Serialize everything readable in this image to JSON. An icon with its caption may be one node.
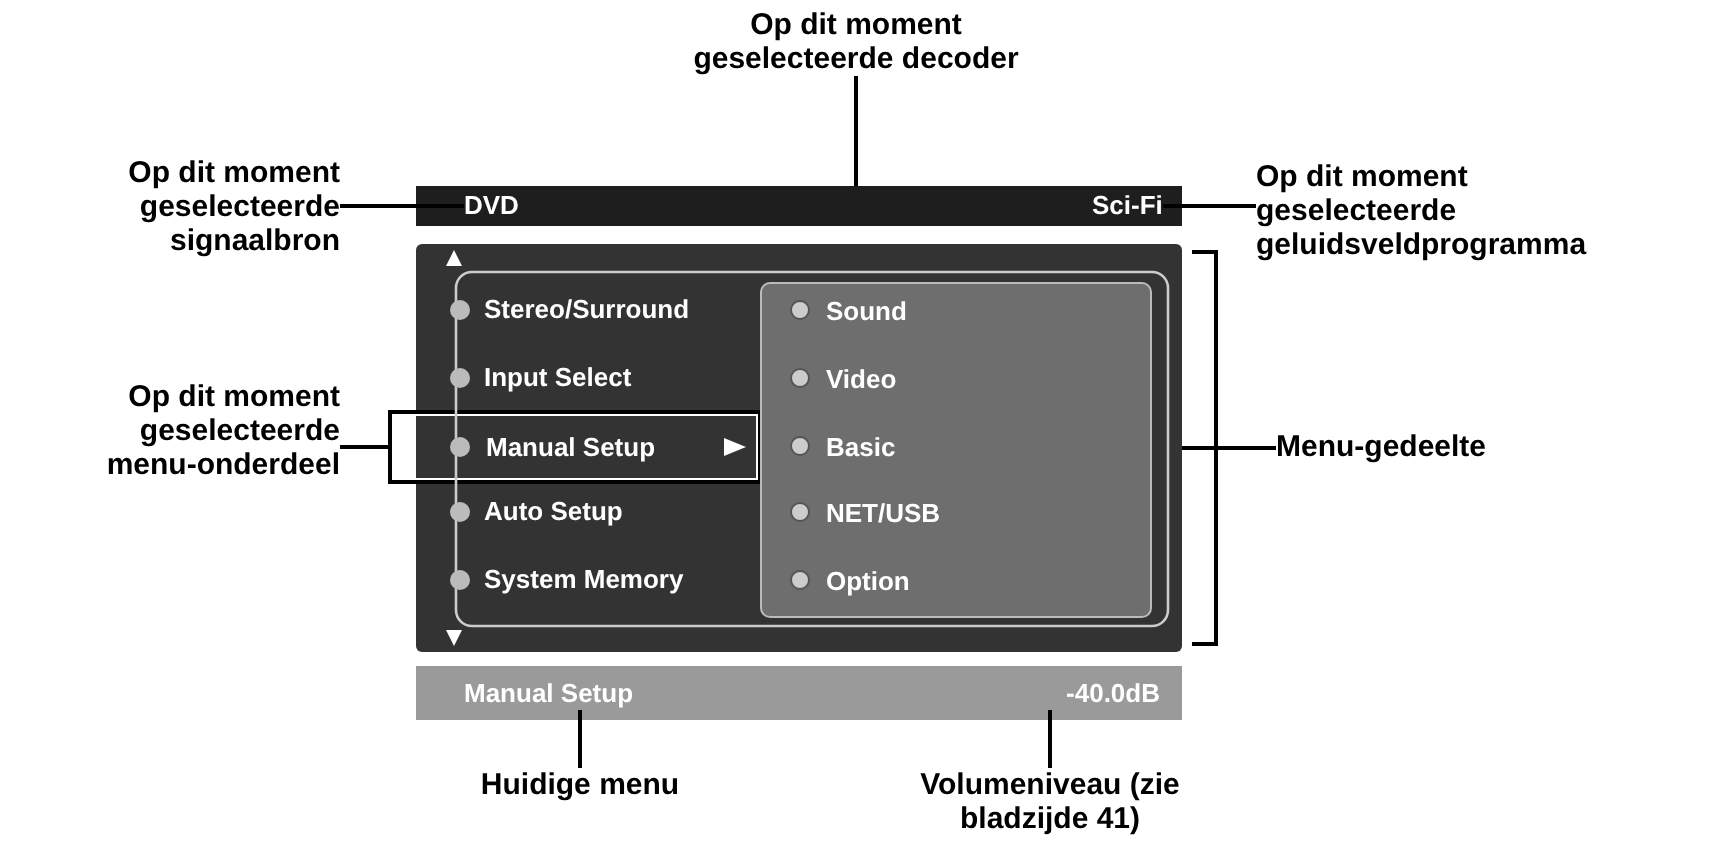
{
  "diagram": {
    "nodes": [
      {
        "text": [
          "Op dit moment geselecteerde decoder"
        ]
      },
      {
        "text": [
          "Op dit moment geselecteerde signaalbron"
        ]
      },
      {
        "text": [],
        "shape": "bar"
      },
      {
        "text": [
          "DVD"
        ],
        "in": 2
      },
      {
        "text": [
          "Sci-Fi"
        ],
        "in": 2
      },
      {
        "text": [
          "Op dit moment geselecteerde geluidsveldprogramma"
        ]
      },
      {
        "text": [],
        "shape": "box"
      },
      {
        "text": [
          "Stereo/Surround"
        ],
        "in": 6
      },
      {
        "text": [
          "Input Select"
        ],
        "in": 6
      },
      {
        "text": [
          "Manual Setup"
        ],
        "in": 6
      },
      {
        "text": [
          "Auto Setup"
        ],
        "in": 6
      },
      {
        "text": [
          "System Memory"
        ],
        "in": 6
      },
      {
        "text": [],
        "shape": "box",
        "in": 6
      },
      {
        "text": [
          "Sound"
        ],
        "in": 12
      },
      {
        "text": [
          "Video"
        ],
        "in": 12
      },
      {
        "text": [
          "Basic"
        ],
        "in": 12
      },
      {
        "text": [
          "NET/USB"
        ],
        "in": 12
      },
      {
        "text": [
          "Option"
        ],
        "in": 12
      },
      {
        "text": [
          "Op dit moment geselecteerde menu-onderdeel"
        ]
      },
      {
        "text": [
          "Menu-gedeelte"
        ]
      },
      {
        "text": [],
        "shape": "bar"
      },
      {
        "text": [
          "Manual Setup"
        ],
        "in": 20
      },
      {
        "text": [
          "-40.0dB"
        ],
        "in": 20
      },
      {
        "text": [
          "Huidige menu"
        ]
      },
      {
        "text": [
          "Volumeniveau (zie bladzijde 41)"
        ]
      }
    ],
    "edges": [
      {
        "from": 0,
        "to": 2,
        "arrow": "none"
      },
      {
        "from": 1,
        "to": 3,
        "arrow": "none"
      },
      {
        "from": 5,
        "to": 4,
        "arrow": "none"
      },
      {
        "from": 18,
        "to": 9,
        "arrow": "none"
      },
      {
        "from": 19,
        "to": 6,
        "arrow": "none"
      },
      {
        "from": 23,
        "to": 21,
        "arrow": "none"
      },
      {
        "from": 24,
        "to": 22,
        "arrow": "none"
      }
    ]
  }
}
